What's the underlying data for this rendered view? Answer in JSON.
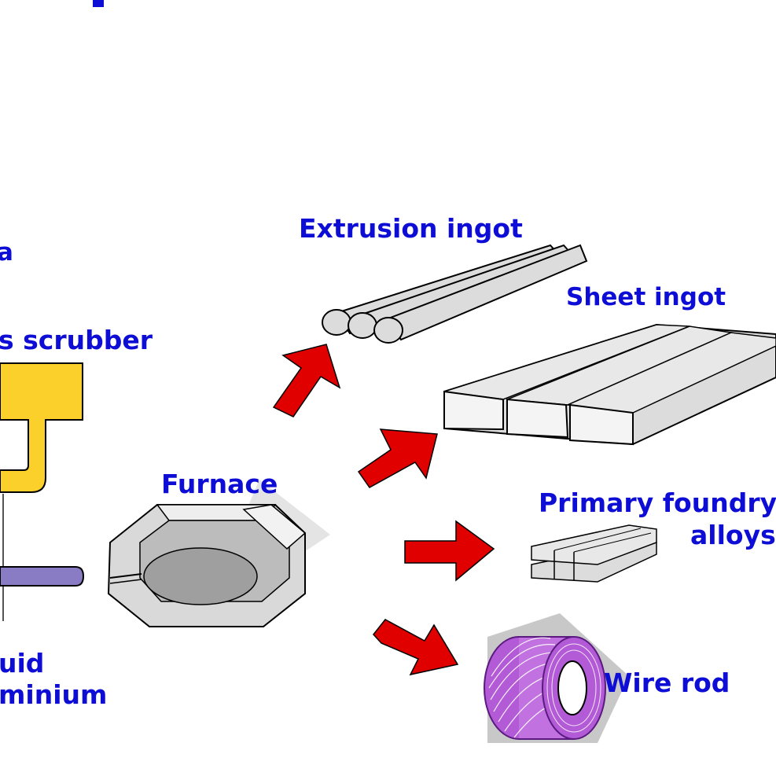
{
  "labels": {
    "top_left_a": "a",
    "gas_scrubber": "s scrubber",
    "extrusion_ingot": "Extrusion ingot",
    "sheet_ingot": "Sheet ingot",
    "furnace": "Furnace",
    "primary_foundry_line1": "Primary foundry",
    "primary_foundry_line2": "alloys",
    "liquid_line1": "uid",
    "liquid_line2": "minium",
    "wire_rod": "Wire rod"
  },
  "colors": {
    "label_blue": "#0d0dd6",
    "scrubber_yellow": "#fcd02a",
    "pipe_purple": "#8a7cc4",
    "arrow_red": "#e00000",
    "ingot_grey": "#dcdcdc",
    "coil_purple": "#9a3cc8",
    "shadow_grey": "#c8c8c8"
  }
}
